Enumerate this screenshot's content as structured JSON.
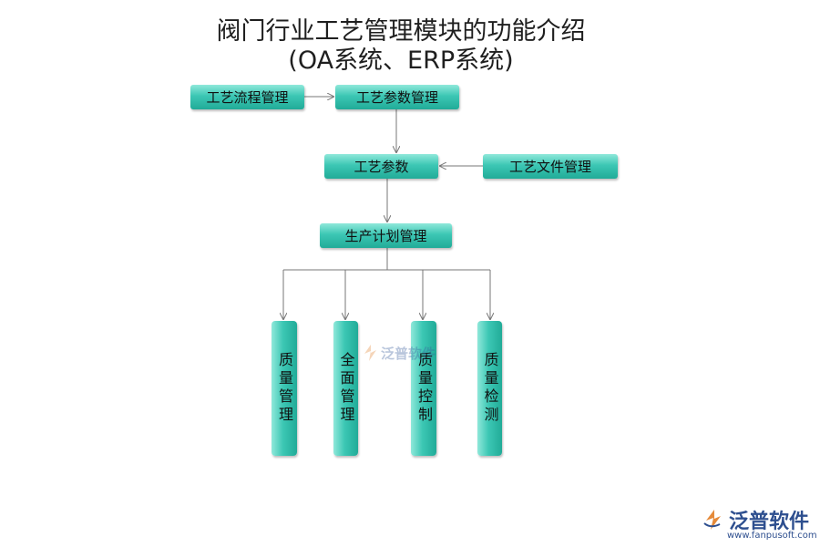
{
  "title": {
    "line1": "阀门行业工艺管理模块的功能介绍",
    "line2": "(OA系统、ERP系统)"
  },
  "nodes": {
    "process_flow": "工艺流程管理",
    "process_param_mgmt": "工艺参数管理",
    "process_param": "工艺参数",
    "process_file": "工艺文件管理",
    "production_plan": "生产计划管理",
    "quality_mgmt": "质量管理",
    "total_mgmt": "全面管理",
    "quality_control": "质量控制",
    "quality_inspection": "质量检测"
  },
  "watermark": {
    "center_text": "泛普软件"
  },
  "logo": {
    "text": "泛普软件",
    "url": "www.fanpusoft.com"
  },
  "colors": {
    "node": "#3cc7b4",
    "line": "#777777"
  }
}
